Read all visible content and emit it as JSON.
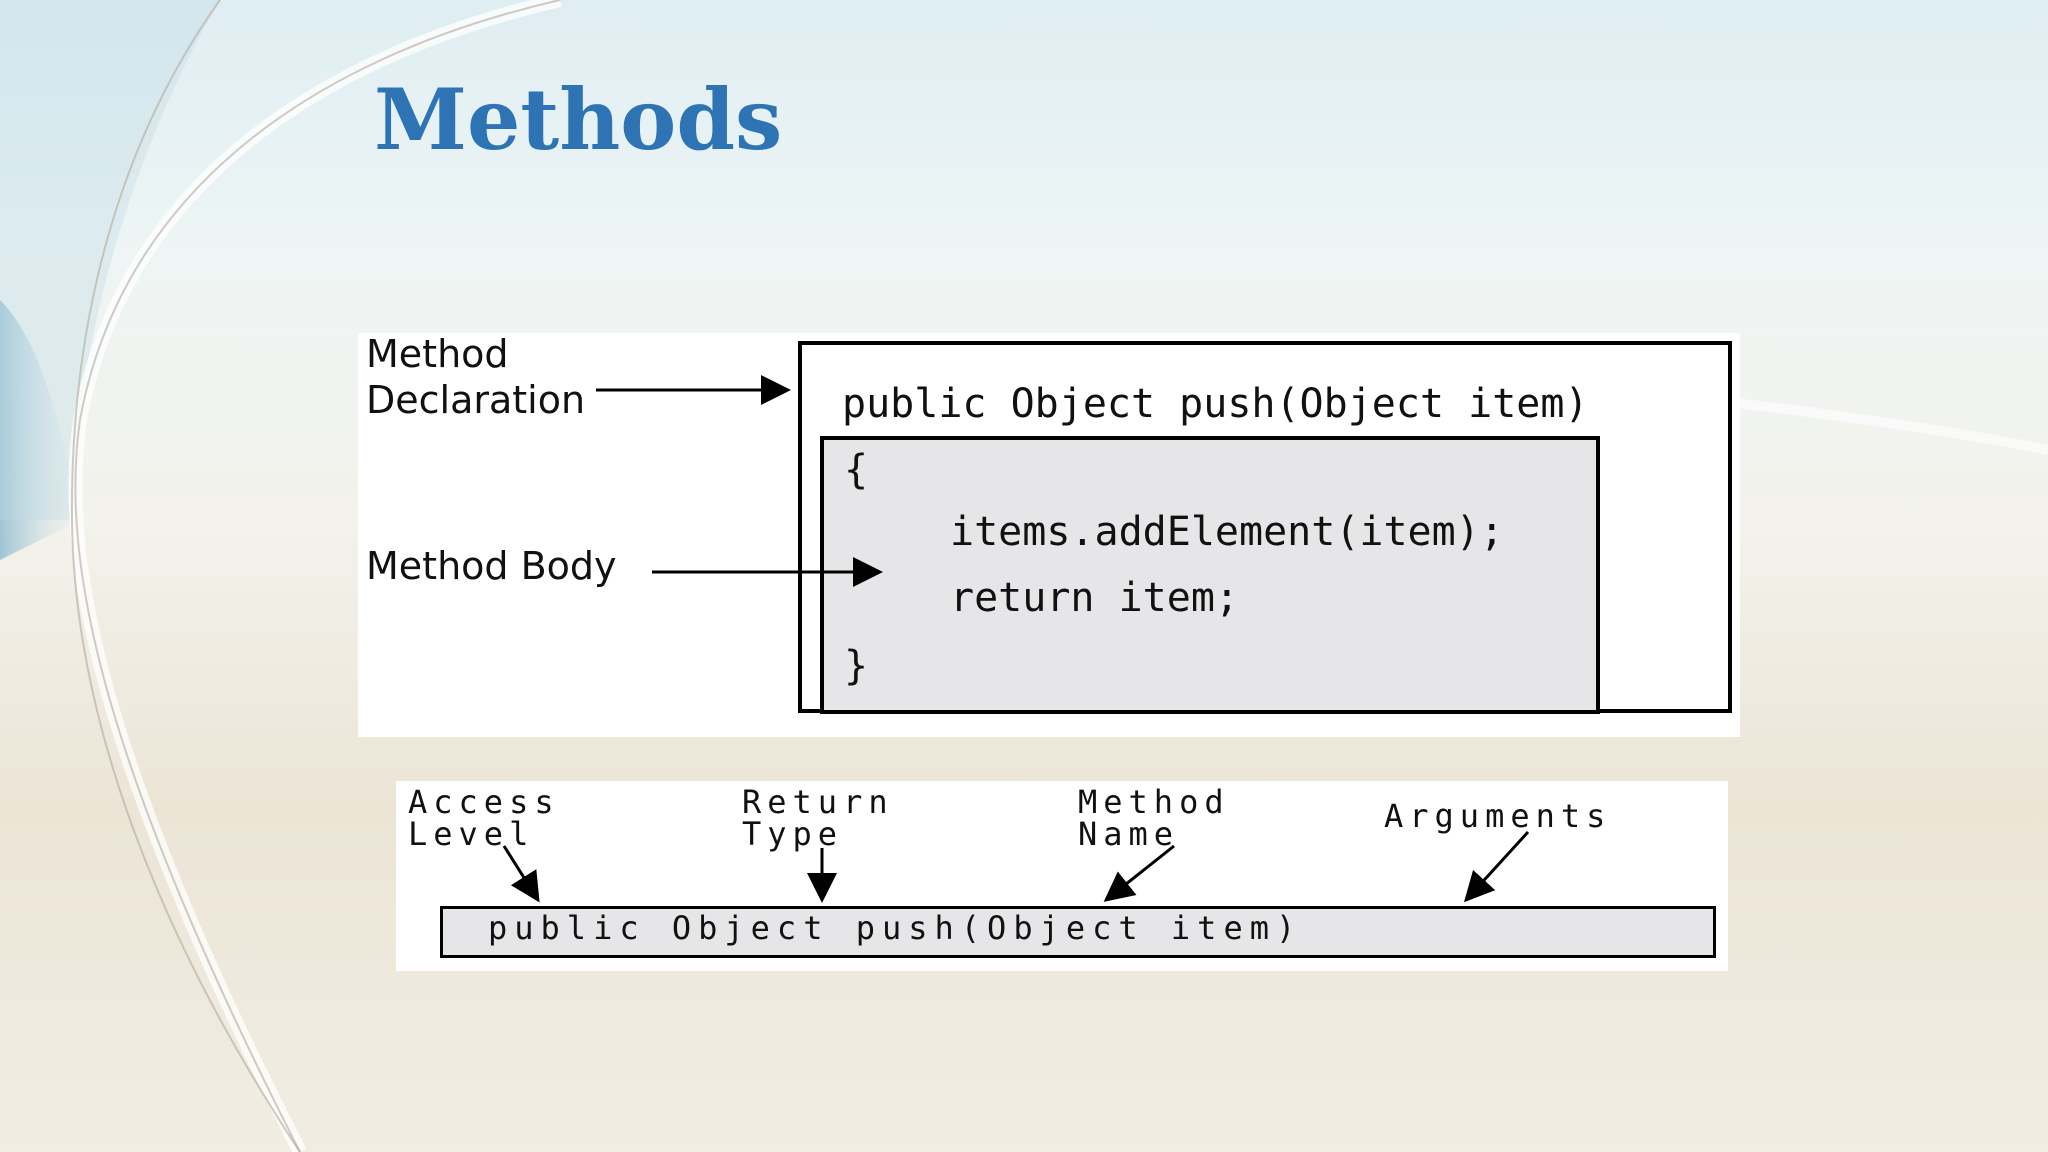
{
  "slide": {
    "title": "Methods",
    "title_color": "#2e74b5"
  },
  "upper_diagram": {
    "declaration_label": "Method\nDeclaration",
    "body_label": "Method Body",
    "signature_line": "public Object push(Object item)",
    "open_brace": "{",
    "body_line_1": "items.addElement(item);",
    "body_line_2": "return item;",
    "close_brace": "}"
  },
  "lower_diagram": {
    "access_level_label": "Access\nLevel",
    "return_type_label": "Return\nType",
    "method_name_label": "Method\nName",
    "arguments_label": "Arguments",
    "declaration_text": "public Object push(Object item)"
  },
  "colors": {
    "accent": "#2e74b5",
    "code_body_bg": "#e6e6e8"
  }
}
